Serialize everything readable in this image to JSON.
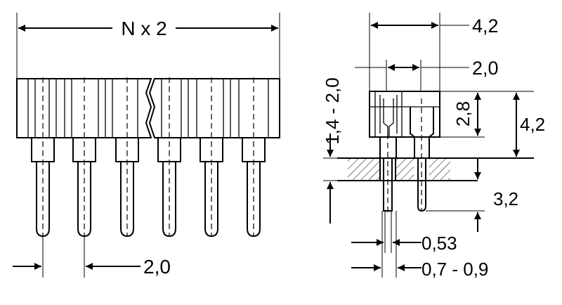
{
  "front_view": {
    "width_label": "N x 2",
    "pitch_label": "2,0"
  },
  "side_view": {
    "width_outer_label": "4,2",
    "width_inner_label": "2,0",
    "thickness_label": "1,4 - 2,0",
    "body_inner_height_label": "2,8",
    "body_height_label": "4,2",
    "pin_length_label": "3,2",
    "pin_diameter_label": "0,53",
    "hole_diameter_label": "0,7 - 0,9"
  }
}
